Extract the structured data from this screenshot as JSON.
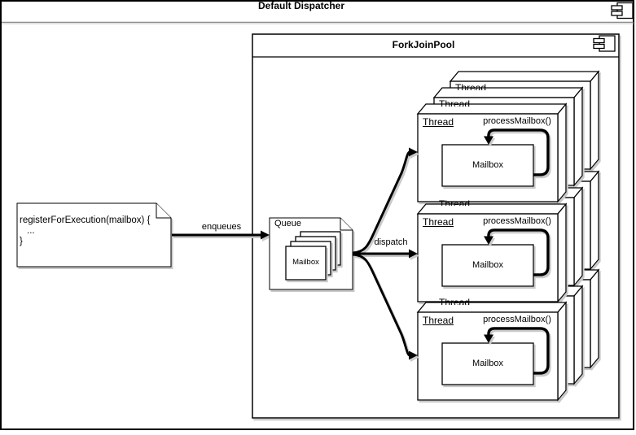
{
  "frame": {
    "title": "Default Dispatcher",
    "icon": "component-icon"
  },
  "pool": {
    "title": "ForkJoinPool",
    "icon": "component-icon"
  },
  "note": {
    "lines": [
      "registerForExecution(mailbox) {",
      "...",
      "}"
    ]
  },
  "arrows": {
    "enqueues_label": "enqueues",
    "dispatch_label": "dispatch"
  },
  "queue": {
    "title": "Queue",
    "card_label": "Mailbox"
  },
  "threads": [
    {
      "title": "Thread",
      "method_label": "processMailbox()",
      "mailbox_label": "Mailbox"
    },
    {
      "title": "Thread",
      "method_label": "processMailbox()",
      "mailbox_label": "Mailbox"
    },
    {
      "title": "Thread",
      "method_label": "processMailbox()",
      "mailbox_label": "Mailbox"
    }
  ],
  "colors": {
    "stroke": "#000000",
    "background": "#ffffff",
    "shadow": "#c9c9c9",
    "title_separator": "#8a8a8a"
  }
}
